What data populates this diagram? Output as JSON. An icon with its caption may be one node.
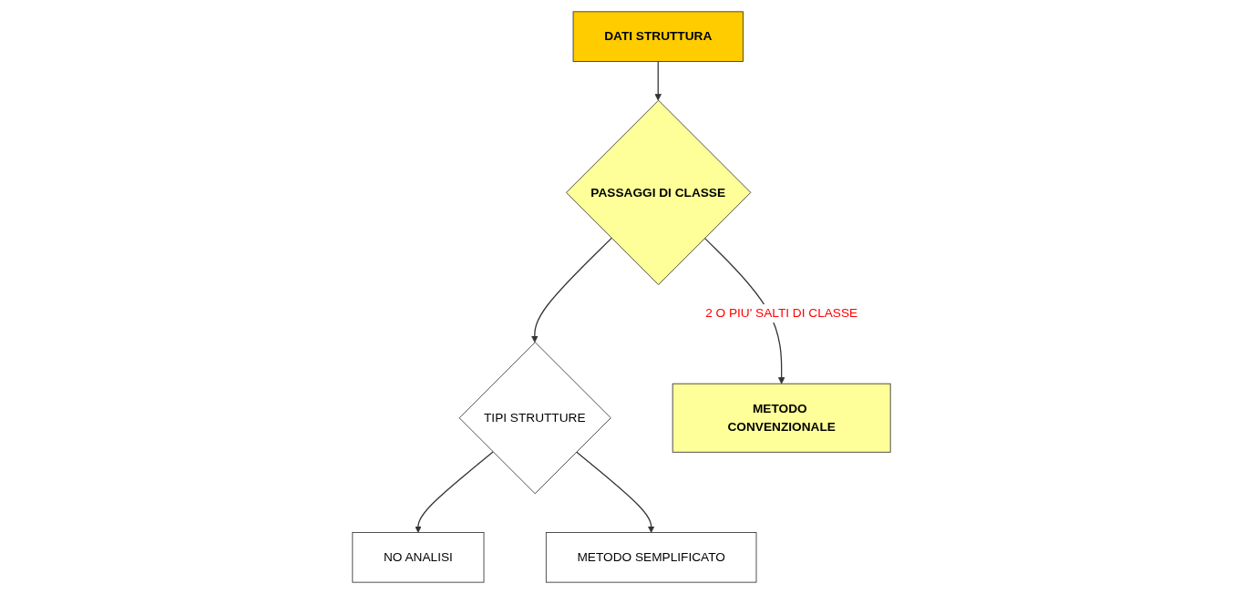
{
  "diagram": {
    "nodes": [
      {
        "text": [
          "DATI STRUTTURA"
        ]
      },
      {
        "text": [
          "PASSAGGI DI CLASSE"
        ]
      },
      {
        "text": [
          "TIPI STRUTTURE"
        ]
      },
      {
        "text": [
          "NO ANALISI"
        ]
      },
      {
        "text": [
          "METODO SEMPLIFICATO"
        ]
      },
      {
        "text": [
          "METODO CONVENZIONALE"
        ]
      }
    ],
    "edges": [
      {
        "from": 0,
        "to": 1,
        "arrow": "to"
      },
      {
        "from": 1,
        "to": 2,
        "arrow": "to"
      },
      {
        "from": 1,
        "to": 5,
        "arrow": "to",
        "label": "2 O PIU' SALTI DI CLASSE"
      },
      {
        "from": 2,
        "to": 3,
        "arrow": "to"
      },
      {
        "from": 2,
        "to": 4,
        "arrow": "to"
      }
    ]
  }
}
